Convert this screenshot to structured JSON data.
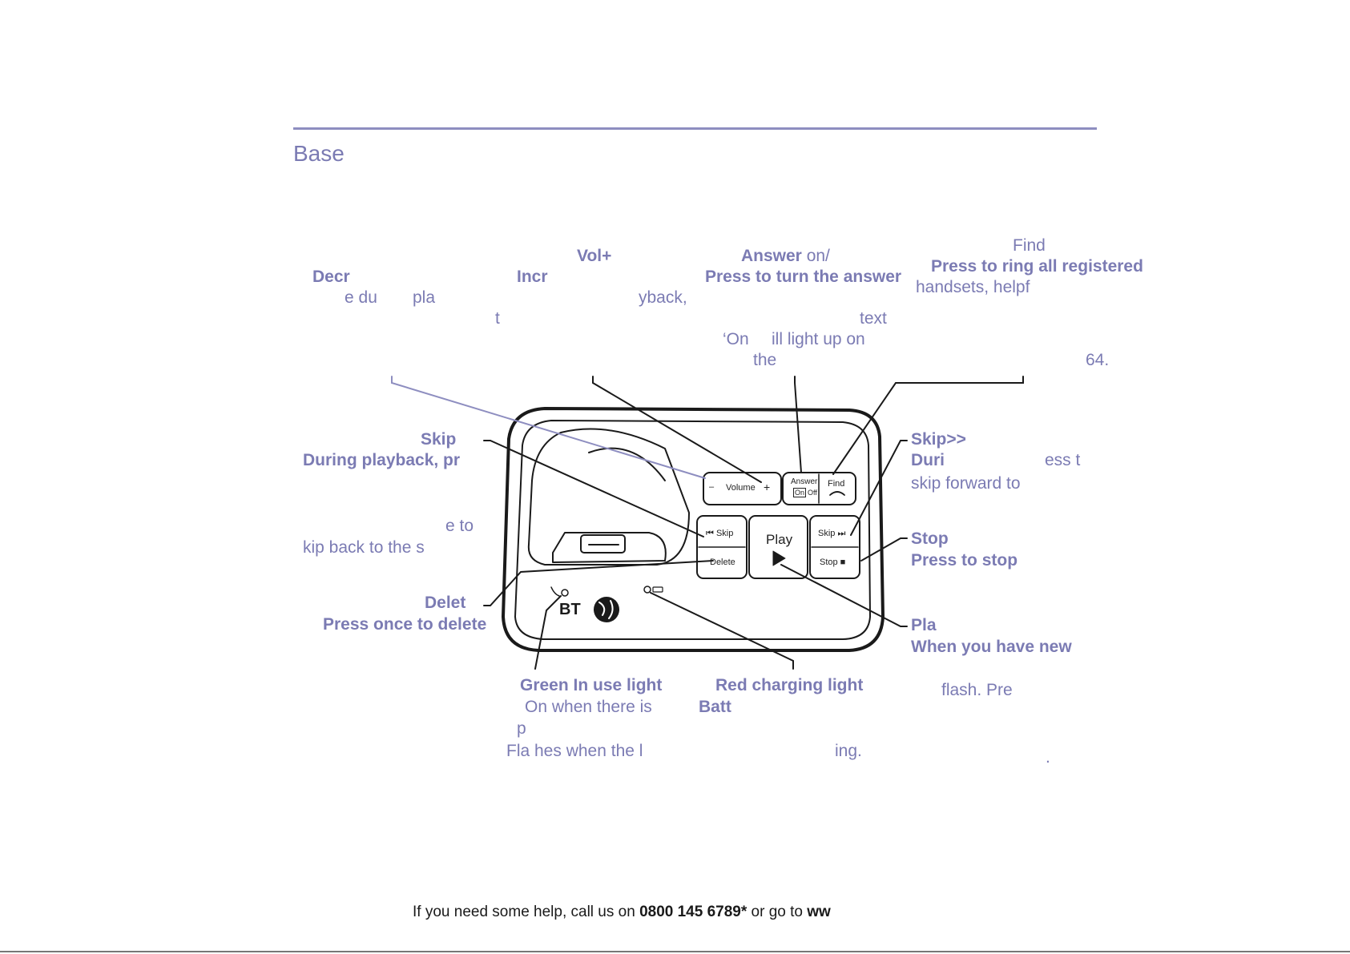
{
  "section": {
    "title": "Base"
  },
  "callouts": {
    "vol_minus": {
      "title": "Decr",
      "lines": [
        "e du",
        "pla"
      ]
    },
    "vol_plus": {
      "tag": "Vol+",
      "title": "Incr",
      "lines": [
        "yback,",
        "t"
      ]
    },
    "answer": {
      "title": "Answer",
      "title_suffix": "on/",
      "line1": "Press to turn the answer",
      "line2": "text",
      "line3": "‘On",
      "line3b": "ill light up on",
      "line4": "the"
    },
    "find": {
      "title": "Find",
      "line1": "Press to ring all registered",
      "line2": "handsets, helpf",
      "line3": "64."
    },
    "skip_back": {
      "title": "Skip",
      "line1": "During playback, pr",
      "line2": "e to",
      "line3": "kip back to the s"
    },
    "delete": {
      "title": "Delet",
      "line1": "Press once to delete"
    },
    "skip_fwd": {
      "title": "Skip>>",
      "line1a": "Duri",
      "line1b": "ess t",
      "line2": "skip forward to"
    },
    "stop": {
      "title": "Stop",
      "line1": "Press to stop"
    },
    "play": {
      "title": "Pla",
      "line1": "When you have new",
      "line2": "flash. Pre",
      "line3": "."
    },
    "green_light": {
      "title": "Green In use light",
      "line1": "On when there is",
      "line2": "p",
      "line3": "Fla  hes when the l"
    },
    "red_light": {
      "title": "Red charging light",
      "line1": "Batt",
      "line2": "ing."
    }
  },
  "device": {
    "brand": "BT",
    "buttons": {
      "volume": "Volume",
      "volume_minus": "–",
      "volume_plus": "+",
      "answer": "Answer",
      "answer_on": "On",
      "answer_off": "Off",
      "find": "Find",
      "skip_back": "⏮ Skip",
      "delete": "Delete",
      "play": "Play",
      "skip_fwd": "Skip ⏭",
      "stop": "Stop ■"
    }
  },
  "footer": {
    "text": "If you need some help, call us on ",
    "phone": "0800 145 6789*",
    "mid": " or go to ",
    "tail": "ww"
  },
  "colors": {
    "accent": "#7b7bb3",
    "rule": "#8e8ec0"
  }
}
